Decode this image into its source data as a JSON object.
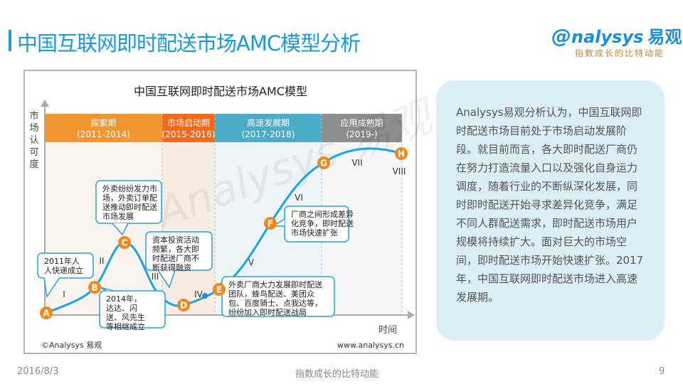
{
  "header": {
    "title": "中国互联网即时配送市场AMC模型分析",
    "logo_text": "nalysys",
    "logo_cn": "易观",
    "slogan": "指数成长的比特动能"
  },
  "chart_data": {
    "type": "diagram-curve",
    "title": "中国互联网即时配送市场AMC模型",
    "ylabel": "市场认可度",
    "xlabel": "时间",
    "phases": [
      {
        "name": "探索期",
        "years": "(2011-2014)",
        "color": "#f0952f"
      },
      {
        "name": "市场启动期",
        "years": "(2015-2016)",
        "color": "#f26a1b"
      },
      {
        "name": "高速发展期",
        "years": "(2017-2018)",
        "color": "#4aacc7"
      },
      {
        "name": "应用成熟期",
        "years": "(2019-)",
        "color": "#8d8d8d"
      }
    ],
    "points": [
      "A",
      "B",
      "C",
      "D",
      "E",
      "F",
      "G",
      "H"
    ],
    "stages": [
      "I",
      "II",
      "III",
      "IV",
      "V",
      "VI",
      "VII",
      "VIII"
    ],
    "callouts": [
      "2011年人\n人快递成立",
      "外卖纷纷发力市\n场，外卖订单配\n送推动即时配送\n市场发展",
      "2014年，\n达达、闪\n送、风先生\n等相继成立",
      "资本投资活动\n频繁，各大即\n时配送厂商不\n断获得融资",
      "外卖厂商大力发展即时配送\n团队，蜂鸟配送、美团众\n包、百度骑士、点我达等，\n纷纷加入即时配送战局",
      "厂商之间形成差异\n化竞争，即时配送\n市场快速扩张"
    ],
    "source": "©Analysys 易观",
    "url": "www.analysys.cn"
  },
  "panel": {
    "text": "Analysys易观分析认为，中国互联网即时配送市场目前处于市场启动发展阶段。就目前而言，各大即时配送厂商仍在努力打造流量入口以及强化自身运力调度，随着行业的不断纵深化发展，同时即时配送开始寻求差异化竞争，满足不同人群配送需求，即时配送市场用户规模将持续扩大。面对巨大的市场空间，即时配送市场开始快速扩张。2017年，中国互联网即时配送市场进入高速发展期。"
  },
  "footer": {
    "date": "2016/8/3",
    "slogan": "指数成长的比特动能",
    "page": "9"
  }
}
